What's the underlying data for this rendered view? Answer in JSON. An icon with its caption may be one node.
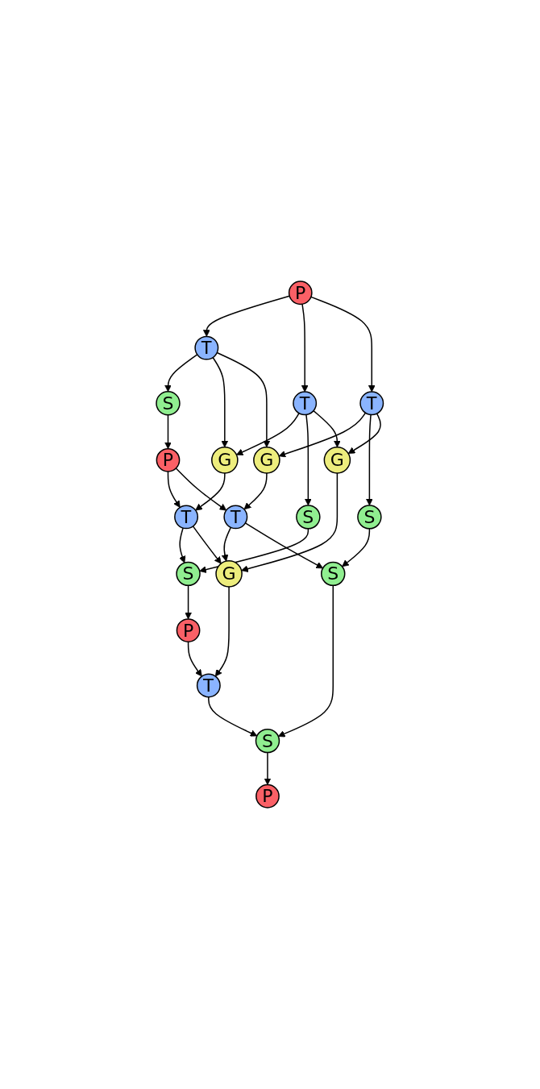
{
  "diagram": {
    "nodes": [
      {
        "text": [
          "P"
        ]
      },
      {
        "text": [
          "T"
        ]
      },
      {
        "text": [
          "T"
        ]
      },
      {
        "text": [
          "T"
        ]
      },
      {
        "text": [
          "S"
        ]
      },
      {
        "text": [
          "G"
        ]
      },
      {
        "text": [
          "S"
        ]
      },
      {
        "text": [
          "G"
        ]
      },
      {
        "text": [
          "S"
        ]
      },
      {
        "text": [
          "G"
        ]
      },
      {
        "text": [
          "P"
        ]
      },
      {
        "text": [
          "T"
        ]
      },
      {
        "text": [
          "T"
        ]
      },
      {
        "text": [
          "S"
        ]
      },
      {
        "text": [
          "G"
        ]
      },
      {
        "text": [
          "S"
        ]
      },
      {
        "text": [
          "P"
        ]
      },
      {
        "text": [
          "T"
        ]
      },
      {
        "text": [
          "S"
        ]
      },
      {
        "text": [
          "P"
        ]
      }
    ],
    "edges": [
      {
        "from": 0,
        "to": 1,
        "arrow": "to"
      },
      {
        "from": 0,
        "to": 2,
        "arrow": "to"
      },
      {
        "from": 0,
        "to": 3,
        "arrow": "to"
      },
      {
        "from": 1,
        "to": 4,
        "arrow": "to"
      },
      {
        "from": 1,
        "to": 5,
        "arrow": "to"
      },
      {
        "from": 1,
        "to": 7,
        "arrow": "to"
      },
      {
        "from": 2,
        "to": 5,
        "arrow": "to"
      },
      {
        "from": 2,
        "to": 6,
        "arrow": "to"
      },
      {
        "from": 2,
        "to": 9,
        "arrow": "to"
      },
      {
        "from": 3,
        "to": 7,
        "arrow": "to"
      },
      {
        "from": 3,
        "to": 8,
        "arrow": "to"
      },
      {
        "from": 3,
        "to": 9,
        "arrow": "to"
      },
      {
        "from": 4,
        "to": 10,
        "arrow": "to"
      },
      {
        "from": 5,
        "to": 11,
        "arrow": "to"
      },
      {
        "from": 6,
        "to": 13,
        "arrow": "to"
      },
      {
        "from": 7,
        "to": 12,
        "arrow": "to"
      },
      {
        "from": 8,
        "to": 15,
        "arrow": "to"
      },
      {
        "from": 9,
        "to": 14,
        "arrow": "to"
      },
      {
        "from": 10,
        "to": 11,
        "arrow": "to"
      },
      {
        "from": 10,
        "to": 12,
        "arrow": "to"
      },
      {
        "from": 11,
        "to": 13,
        "arrow": "to"
      },
      {
        "from": 11,
        "to": 14,
        "arrow": "to"
      },
      {
        "from": 12,
        "to": 14,
        "arrow": "to"
      },
      {
        "from": 12,
        "to": 15,
        "arrow": "to"
      },
      {
        "from": 13,
        "to": 16,
        "arrow": "to"
      },
      {
        "from": 14,
        "to": 17,
        "arrow": "to"
      },
      {
        "from": 15,
        "to": 18,
        "arrow": "to"
      },
      {
        "from": 16,
        "to": 17,
        "arrow": "to"
      },
      {
        "from": 17,
        "to": 18,
        "arrow": "to"
      },
      {
        "from": 18,
        "to": 19,
        "arrow": "to"
      }
    ]
  }
}
